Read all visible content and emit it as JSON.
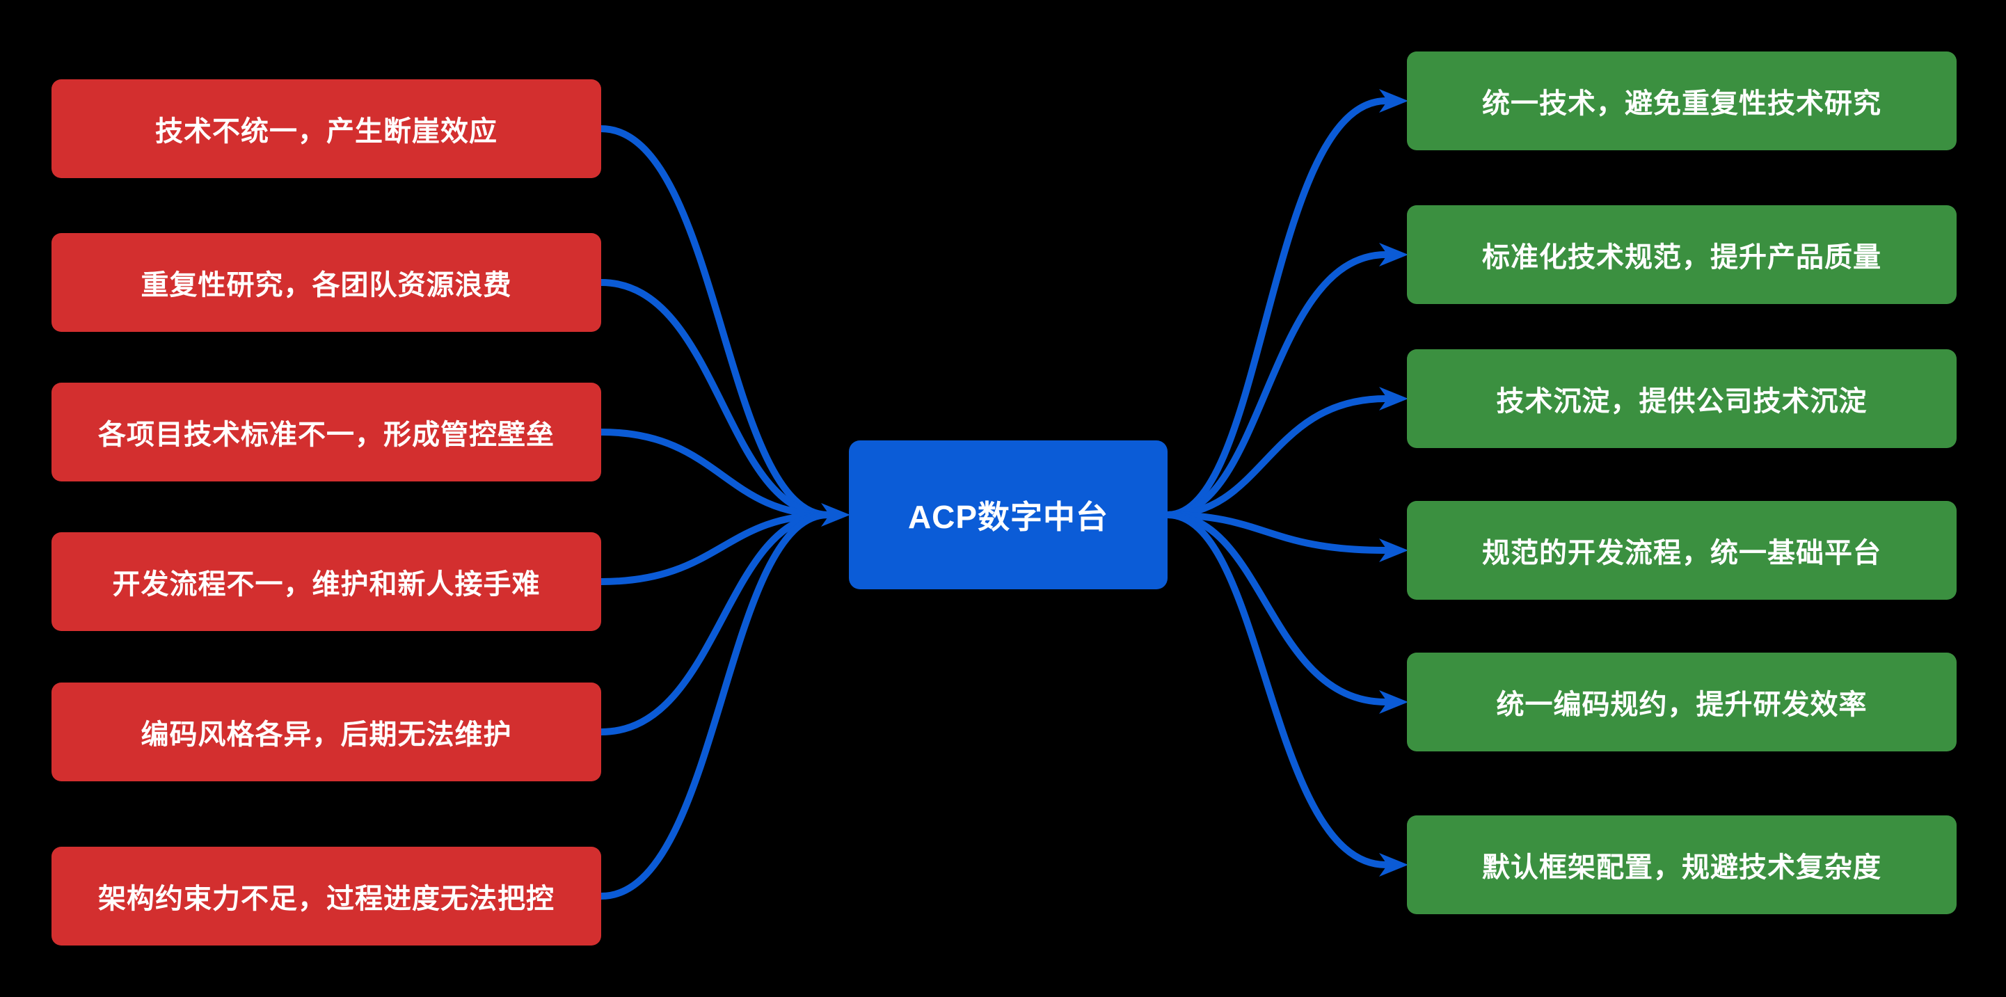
{
  "diagram": {
    "center": {
      "label": "ACP数字中台"
    },
    "problems": [
      {
        "label": "技术不统一，产生断崖效应"
      },
      {
        "label": "重复性研究，各团队资源浪费"
      },
      {
        "label": "各项目技术标准不一，形成管控壁垒"
      },
      {
        "label": "开发流程不一，维护和新人接手难"
      },
      {
        "label": "编码风格各异，后期无法维护"
      },
      {
        "label": "架构约束力不足，过程进度无法把控"
      }
    ],
    "benefits": [
      {
        "label": "统一技术，避免重复性技术研究"
      },
      {
        "label": "标准化技术规范，提升产品质量"
      },
      {
        "label": "技术沉淀，提供公司技术沉淀"
      },
      {
        "label": "规范的开发流程，统一基础平台"
      },
      {
        "label": "统一编码规约，提升研发效率"
      },
      {
        "label": "默认框架配置，规避技术复杂度"
      }
    ],
    "colors": {
      "background": "#000000",
      "problem_bg": "#D32F2F",
      "benefit_bg": "#3B9040",
      "center_bg": "#0B5CD7",
      "connector": "#0B5BD6",
      "text": "#FFFFFF"
    }
  }
}
